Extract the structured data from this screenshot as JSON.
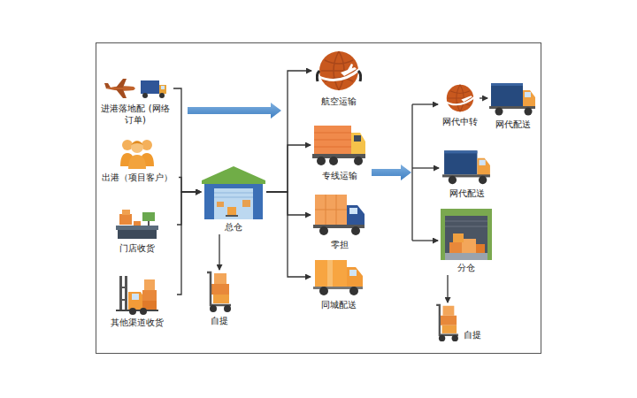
{
  "diagram": {
    "nodes": [
      {
        "text": [
          "进港落地配 (网络订单)"
        ]
      },
      {
        "text": [
          "出港（项目客户）"
        ]
      },
      {
        "text": [
          "门店收货"
        ]
      },
      {
        "text": [
          "其他渠道收货"
        ]
      },
      {
        "text": [
          "总仓"
        ]
      },
      {
        "text": [
          "自提"
        ]
      },
      {
        "text": [
          "航空运输"
        ]
      },
      {
        "text": [
          "专线运输"
        ]
      },
      {
        "text": [
          "零担"
        ]
      },
      {
        "text": [
          "同城配送"
        ]
      },
      {
        "text": [
          "网代中转"
        ]
      },
      {
        "text": [
          "网代配送"
        ]
      },
      {
        "text": [
          "网代配送"
        ]
      },
      {
        "text": [
          "分仓"
        ]
      },
      {
        "text": [
          "自提"
        ]
      }
    ],
    "edges": [
      {
        "from": 0,
        "to": 4,
        "arrow": "to"
      },
      {
        "from": 1,
        "to": 4,
        "arrow": "to"
      },
      {
        "from": 2,
        "to": 4,
        "arrow": "to"
      },
      {
        "from": 3,
        "to": 4,
        "arrow": "to"
      },
      {
        "from": 4,
        "to": 5,
        "arrow": "to"
      },
      {
        "from": 4,
        "to": 6,
        "arrow": "to"
      },
      {
        "from": 4,
        "to": 7,
        "arrow": "to"
      },
      {
        "from": 4,
        "to": 8,
        "arrow": "to"
      },
      {
        "from": 4,
        "to": 9,
        "arrow": "to"
      },
      {
        "from": 10,
        "to": 11,
        "arrow": "to"
      },
      {
        "from": 13,
        "to": 14,
        "arrow": "to"
      }
    ]
  }
}
